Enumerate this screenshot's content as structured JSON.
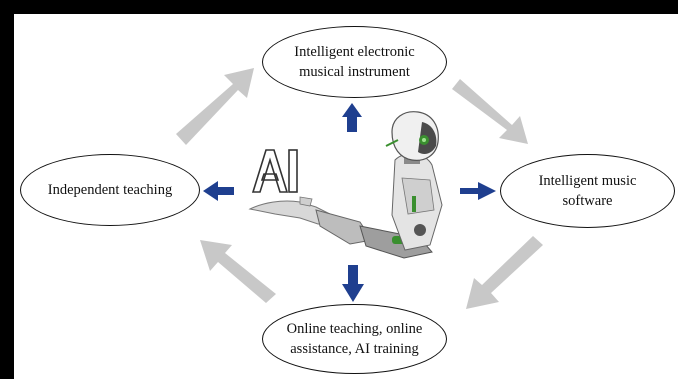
{
  "diagram": {
    "center_label": "AI",
    "nodes": {
      "top": {
        "line1": "Intelligent electronic",
        "line2": "musical instrument"
      },
      "right": {
        "line1": "Intelligent music",
        "line2": "software"
      },
      "bottom": {
        "line1": "Online teaching, online",
        "line2": "assistance, AI training"
      },
      "left": {
        "line1": "Independent teaching"
      }
    }
  },
  "colors": {
    "frame": "#000000",
    "background": "#ffffff",
    "blue_arrow": "#1f3f8f",
    "gray_arrow": "#c8c8c8",
    "node_border": "#111111"
  },
  "icons": [
    "robot-arm-illustration",
    "ai-letters-outline"
  ]
}
